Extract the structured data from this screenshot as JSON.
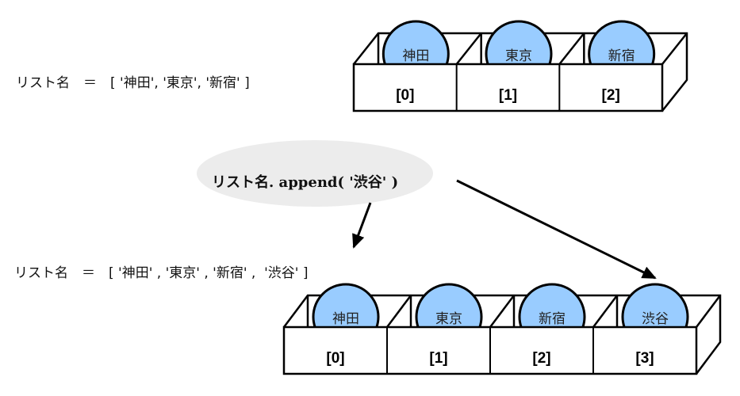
{
  "before": {
    "code_line": "リスト名　＝　[ '神田', '東京', '新宿' ]",
    "items": [
      {
        "index": "[0]",
        "value": "神田"
      },
      {
        "index": "[1]",
        "value": "東京"
      },
      {
        "index": "[2]",
        "value": "新宿"
      }
    ]
  },
  "operation": {
    "label": "リスト名. append( '渋谷' )"
  },
  "after": {
    "code_line": "リスト名　＝　[ '神田' , '東京' , '新宿' ,  '渋谷' ]",
    "items": [
      {
        "index": "[0]",
        "value": "神田"
      },
      {
        "index": "[1]",
        "value": "東京"
      },
      {
        "index": "[2]",
        "value": "新宿"
      },
      {
        "index": "[3]",
        "value": "渋谷"
      }
    ]
  },
  "colors": {
    "ball_fill": "#99ccff",
    "bubble_fill": "#ececec",
    "stroke": "#000000"
  }
}
